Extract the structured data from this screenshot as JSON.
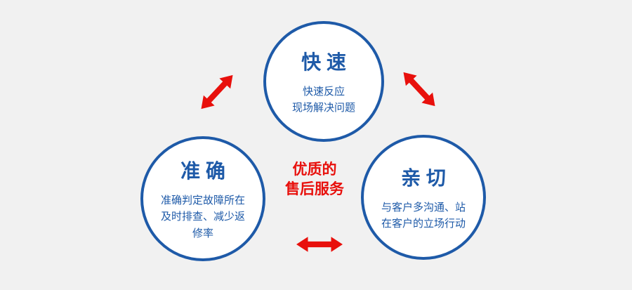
{
  "colors": {
    "background": "#f1f1f1",
    "circle_border": "#1e5aa8",
    "text_blue": "#1e5aa8",
    "accent_red": "#e8100c"
  },
  "center": {
    "line1": "优质的",
    "line2": "售后服务"
  },
  "nodes": {
    "top": {
      "title": "快 速",
      "desc": "快速反应\n现场解决问题"
    },
    "left": {
      "title": "准 确",
      "desc": "准确判定故障所在\n及时排查、减少返\n修率"
    },
    "right": {
      "title": "亲 切",
      "desc": "与客户多沟通、站\n在客户的立场行动"
    }
  }
}
